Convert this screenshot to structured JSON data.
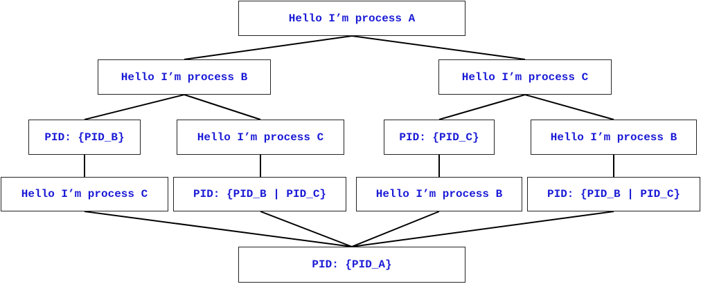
{
  "colors": {
    "text": "#1a1ad6",
    "border": "#222222",
    "edge": "#000000",
    "background": "#ffffff"
  },
  "nodes": {
    "root_a": "Hello I’m process A",
    "l1_b": "Hello I’m process B",
    "l1_c": "Hello I’m process C",
    "l2_pid_b": "PID: {PID_B}",
    "l2_hello_c": "Hello I’m process C",
    "l2_pid_c": "PID: {PID_C}",
    "l2_hello_b": "Hello I’m process B",
    "l3_hello_c": "Hello I’m process C",
    "l3_pid_bc_left": "PID: {PID_B | PID_C}",
    "l3_hello_b": "Hello I’m process B",
    "l3_pid_bc_right": "PID: {PID_B | PID_C}",
    "bottom_pid_a": "PID: {PID_A}"
  }
}
